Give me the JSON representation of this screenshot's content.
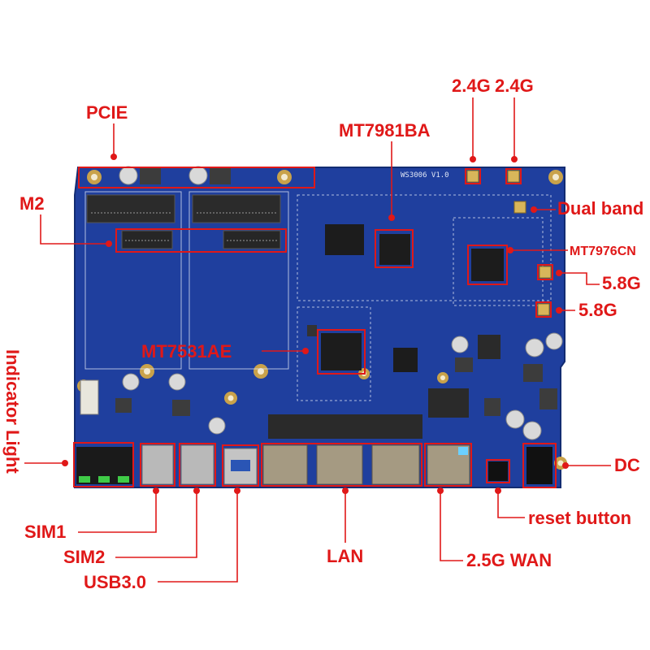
{
  "board": {
    "silkscreen_model": "WS3006 V1.0",
    "colors": {
      "pcb": "#1f3f9e",
      "pcb_dark": "#173383",
      "label": "#e01818",
      "chip": "#1c1c1c"
    }
  },
  "labels": {
    "pcie": "PCIE",
    "m2": "M2",
    "mt7981ba": "MT7981BA",
    "antenna_24g_a": "2.4G",
    "antenna_24g_b": "2.4G",
    "dual_band": "Dual band",
    "mt7976cn": "MT7976CN",
    "antenna_58g_a": "5.8G",
    "antenna_58g_b": "5.8G",
    "mt7531ae": "MT7531AE",
    "indicator_light": "Indicator Light",
    "dc": "DC",
    "sim1": "SIM1",
    "sim2": "SIM2",
    "usb30": "USB3.0",
    "lan": "LAN",
    "wan": "2.5G WAN",
    "reset_button": "reset button"
  }
}
